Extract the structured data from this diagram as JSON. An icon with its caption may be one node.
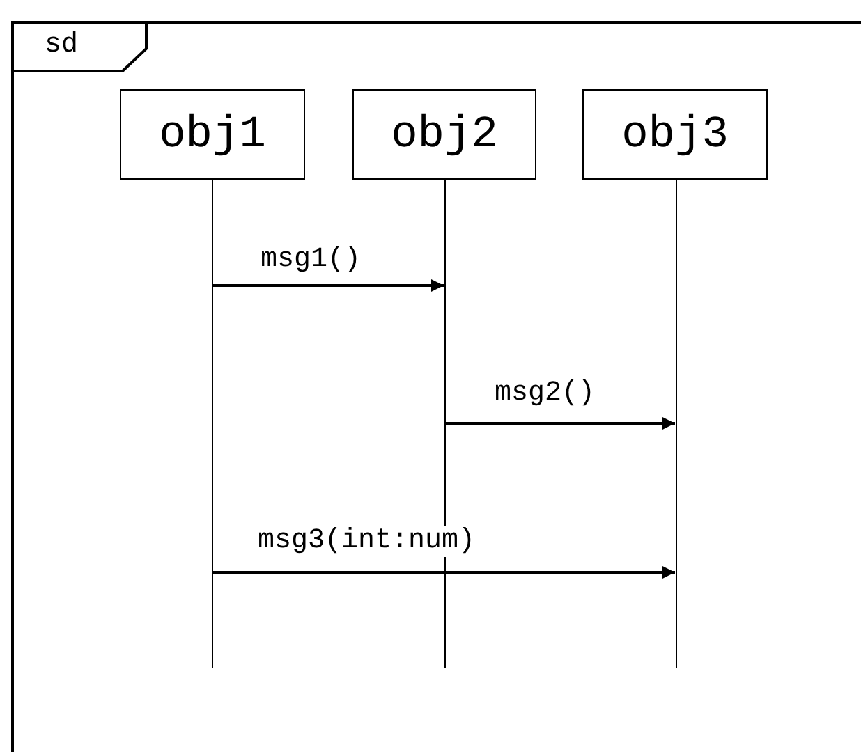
{
  "diagram": {
    "nodes": [
      {
        "text": [
          "sd"
        ]
      },
      {
        "text": [
          "obj1"
        ],
        "in": 0
      },
      {
        "text": [
          "obj2"
        ],
        "in": 0
      },
      {
        "text": [
          "obj3"
        ],
        "in": 0
      },
      {
        "text": [],
        "shape": "bar",
        "in": 0
      },
      {
        "text": [],
        "shape": "bar",
        "in": 0
      },
      {
        "text": [],
        "shape": "bar",
        "in": 0
      }
    ],
    "edges": [
      {
        "from": 4,
        "to": 5,
        "label": "msg1()",
        "arrow": "to"
      },
      {
        "from": 5,
        "to": 6,
        "label": "msg2()",
        "arrow": "to"
      },
      {
        "from": 4,
        "to": 6,
        "label": "msg3(int:num)",
        "arrow": "to"
      }
    ]
  }
}
